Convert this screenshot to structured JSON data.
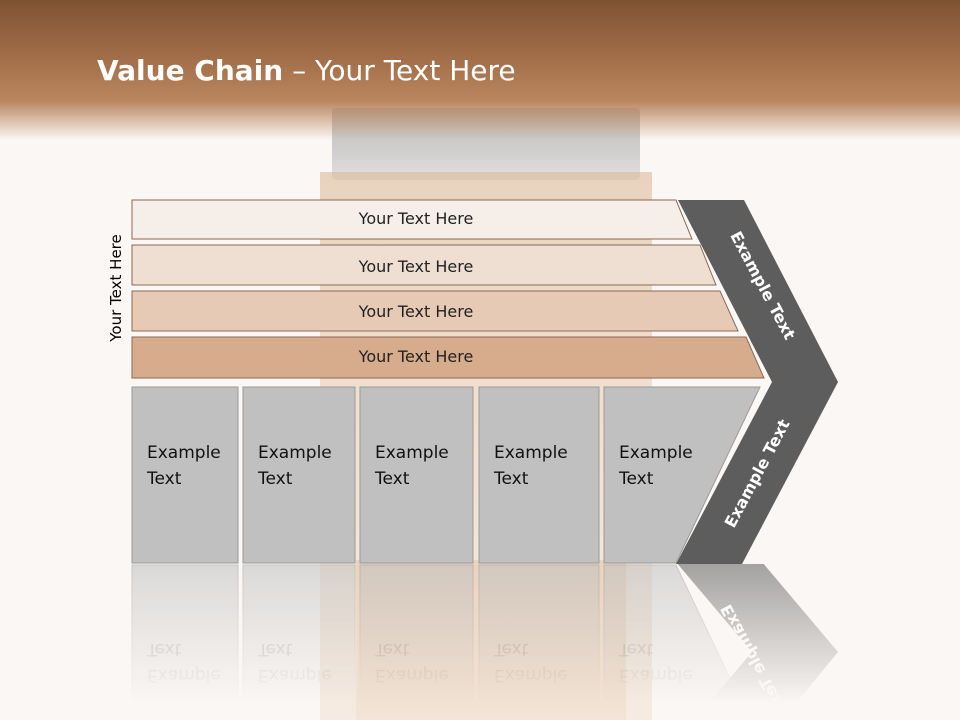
{
  "title": {
    "bold": "Value Chain",
    "rest": " – Your Text Here"
  },
  "side_label": "Your Text Here",
  "support_rows": [
    {
      "label": "Your Text Here",
      "color": "#f6efe9"
    },
    {
      "label": "Your Text Here",
      "color": "#eedfd2"
    },
    {
      "label": "Your Text Here",
      "color": "#e7cab6"
    },
    {
      "label": "Your Text Here",
      "color": "#d6ac8d"
    }
  ],
  "primary_activities": [
    {
      "line1": "Example",
      "line2": "Text"
    },
    {
      "line1": "Example",
      "line2": "Text"
    },
    {
      "line1": "Example",
      "line2": "Text"
    },
    {
      "line1": "Example",
      "line2": "Text"
    },
    {
      "line1": "Example",
      "line2": "Text"
    }
  ],
  "margin": {
    "upper_label": "Example Text",
    "lower_label": "Example Text"
  },
  "colors": {
    "header": "#a16d48",
    "box_gray": "#c0c0c0",
    "arrow_dark": "#5d5d5d",
    "row_border": "#8a6a55"
  }
}
